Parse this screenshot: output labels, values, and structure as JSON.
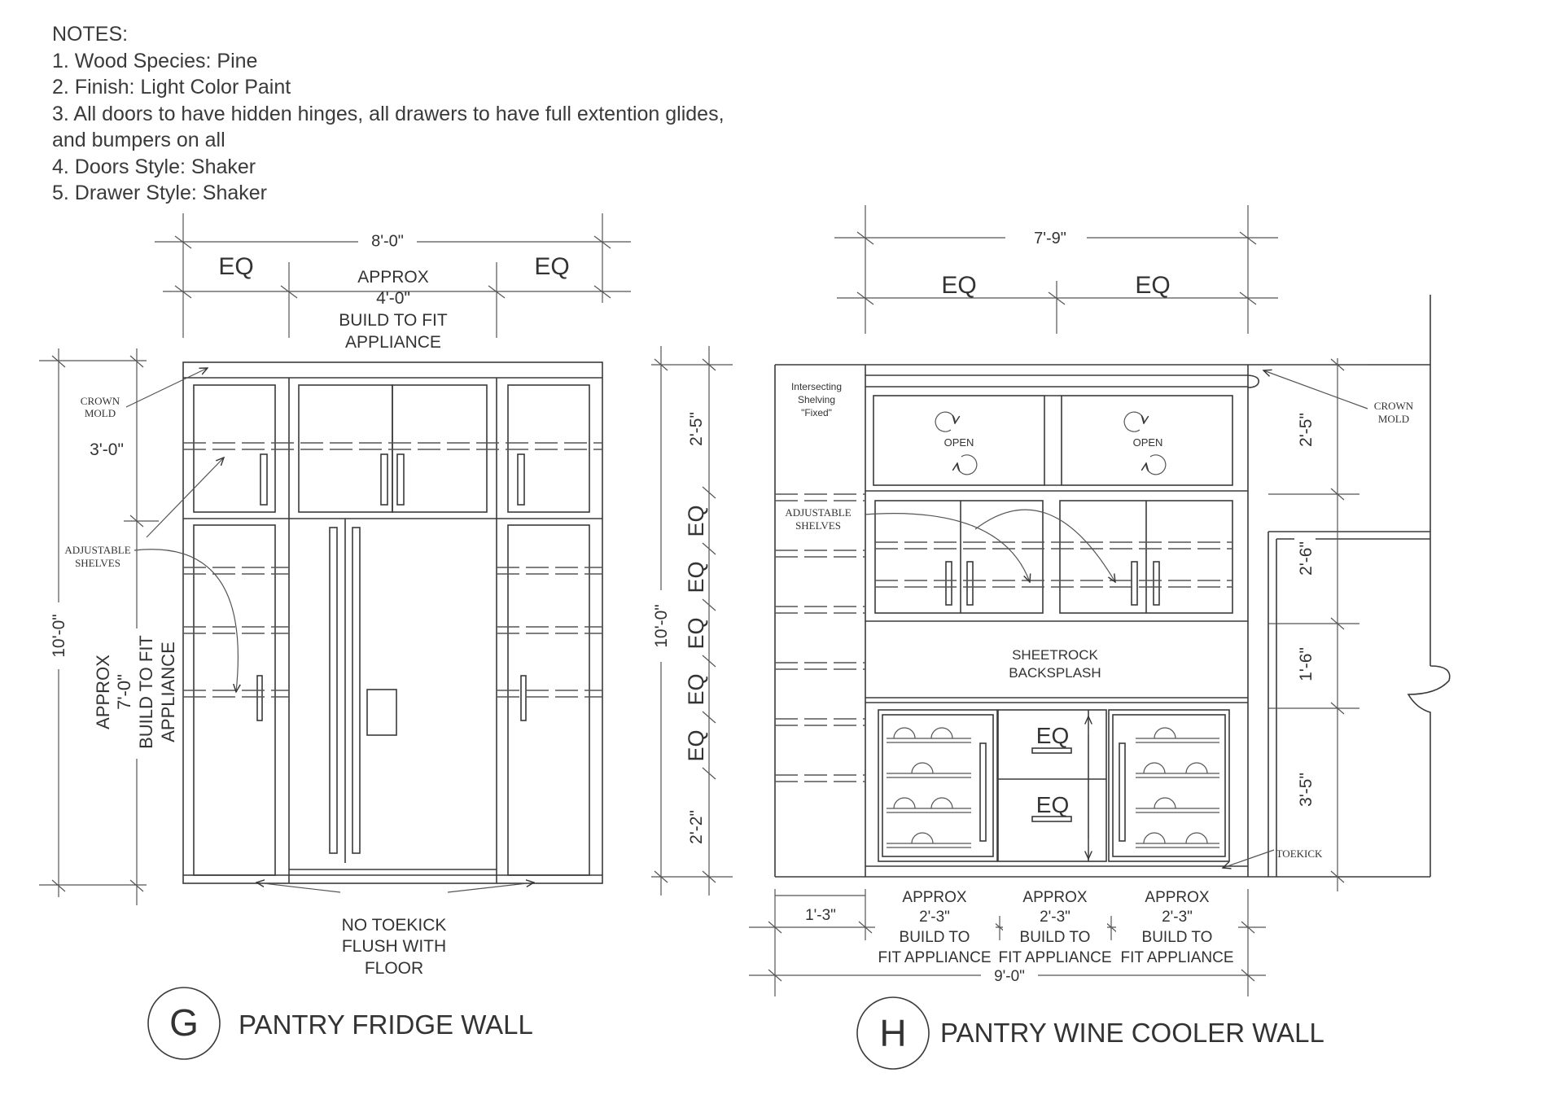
{
  "notes": {
    "heading": "NOTES:",
    "lines": [
      "1. Wood Species: Pine",
      "2. Finish: Light Color Paint",
      "3. All doors to have hidden hinges, all drawers to have full extention glides,",
      "and bumpers on all",
      "4. Doors Style: Shaker",
      "5. Drawer Style: Shaker"
    ]
  },
  "elevation_g": {
    "symbol": "G",
    "title": "PANTRY FRIDGE WALL",
    "overall_width": "8'-0\"",
    "eq_left": "EQ",
    "eq_right": "EQ",
    "center_width": [
      "APPROX",
      "4'-0\"",
      "BUILD TO FIT",
      "APPLIANCE"
    ],
    "overall_height": "10'-0\"",
    "upper_height": "3'-0\"",
    "fridge_height": [
      "APPROX",
      "7'-0\"",
      "BUILD TO FIT",
      "APPLIANCE"
    ],
    "crown_mold": [
      "CROWN",
      "MOLD"
    ],
    "adjustable_shelves": [
      "ADJUSTABLE",
      "SHELVES"
    ],
    "toekick_note": [
      "NO TOEKICK",
      "FLUSH WITH",
      "FLOOR"
    ]
  },
  "elevation_h": {
    "symbol": "H",
    "title": "PANTRY WINE COOLER WALL",
    "overall_width": "7'-9\"",
    "eq_left": "EQ",
    "eq_right": "EQ",
    "left_height": "10'-0\"",
    "left_segments": [
      "2'-5\"",
      "EQ",
      "EQ",
      "EQ",
      "EQ",
      "EQ",
      "2'-2\""
    ],
    "right_segments": [
      "2'-5\"",
      "2'-6\"",
      "1'-6\"",
      "3'-5\""
    ],
    "intersecting_shelving": [
      "Intersecting",
      "Shelving",
      "\"Fixed\""
    ],
    "open_left": "OPEN",
    "open_right": "OPEN",
    "adjustable_shelves": [
      "ADJUSTABLE",
      "SHELVES"
    ],
    "backsplash": [
      "SHEETROCK",
      "BACKSPLASH"
    ],
    "drawer_eq_top": "EQ",
    "drawer_eq_bottom": "EQ",
    "crown_mold": [
      "CROWN",
      "MOLD"
    ],
    "toekick": "TOEKICK",
    "bottom_left": "1'-3\"",
    "bottom_approx": [
      [
        "APPROX",
        "2'-3\"",
        "BUILD TO",
        "FIT APPLIANCE"
      ],
      [
        "APPROX",
        "2'-3\"",
        "BUILD TO",
        "FIT APPLIANCE"
      ],
      [
        "APPROX",
        "2'-3\"",
        "BUILD TO",
        "FIT APPLIANCE"
      ]
    ],
    "bottom_overall": "9'-0\""
  }
}
